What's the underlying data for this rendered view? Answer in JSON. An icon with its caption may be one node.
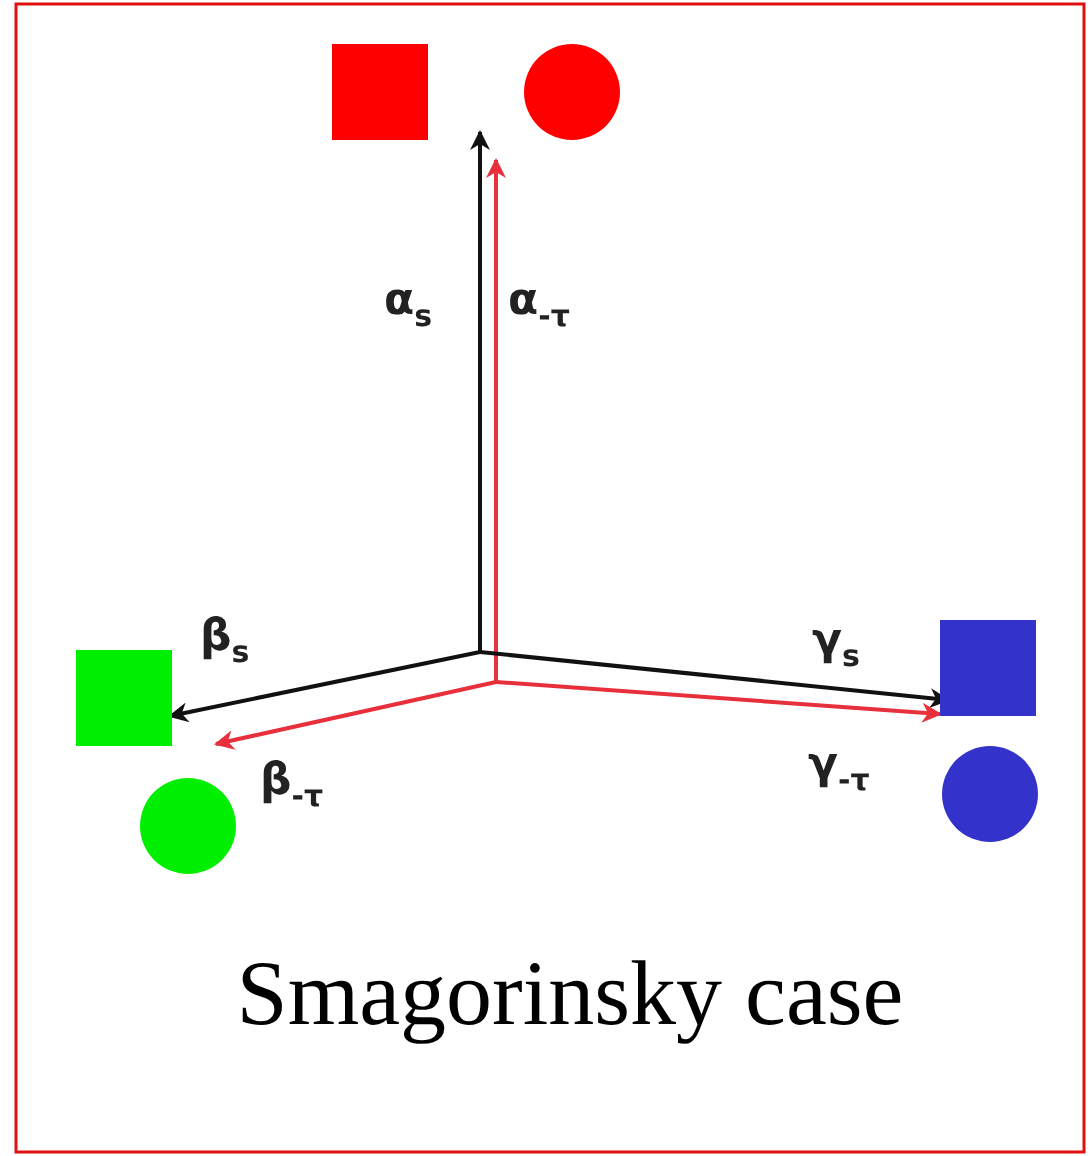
{
  "diagram": {
    "caption": "Smagorinsky case",
    "nodes": [
      {
        "text": [],
        "shape": "box"
      },
      {
        "text": [],
        "shape": "circle"
      },
      {
        "text": [],
        "shape": "box"
      },
      {
        "text": [],
        "shape": "box"
      },
      {
        "text": [],
        "shape": "circle"
      },
      {
        "text": [],
        "shape": "circle"
      }
    ],
    "edges": [
      {
        "from": null,
        "to": 0,
        "arrow": "to",
        "label": "α$_{s}$"
      },
      {
        "from": null,
        "to": 1,
        "arrow": "to",
        "label": "α$_{-τ}$",
        "color": "#e8303c"
      },
      {
        "from": null,
        "to": 2,
        "arrow": "to",
        "label": "β$_{s}$"
      },
      {
        "from": null,
        "to": 4,
        "arrow": "to",
        "label": "β$_{-τ}$",
        "color": "#e8303c"
      },
      {
        "from": null,
        "to": 3,
        "arrow": "to",
        "label": "γ$_{s}$"
      },
      {
        "from": null,
        "to": 5,
        "arrow": "to",
        "label": "γ$_{-τ}$",
        "color": "#e8303c"
      }
    ]
  }
}
